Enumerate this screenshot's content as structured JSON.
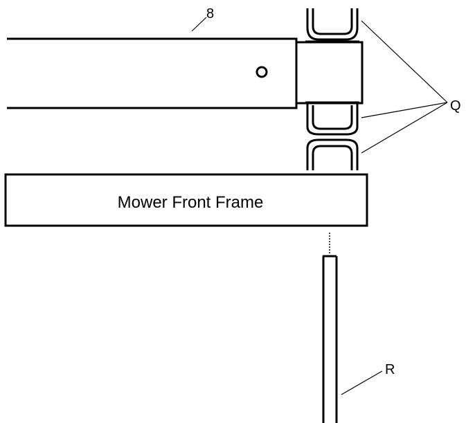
{
  "labels": {
    "part_8": "8",
    "part_Q": "Q",
    "part_R": "R",
    "frame": "Mower Front Frame"
  },
  "colors": {
    "line": "#000000",
    "background": "#ffffff"
  }
}
